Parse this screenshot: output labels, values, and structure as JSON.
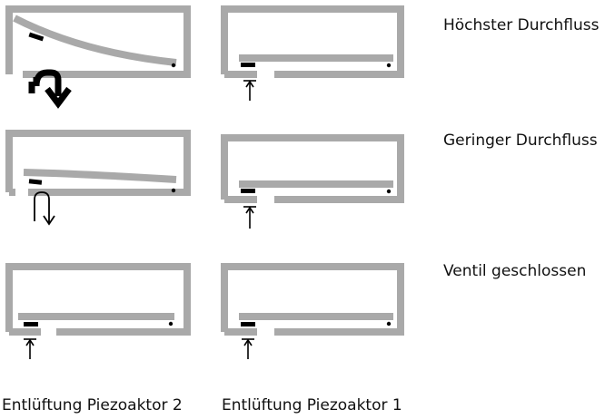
{
  "states": [
    {
      "label": "Höchster Durchfluss"
    },
    {
      "label": "Geringer Durchfluss"
    },
    {
      "label": "Ventil geschlossen"
    }
  ],
  "captions": {
    "piezo2": "Entlüftung Piezoaktor 2",
    "piezo1": "Entlüftung Piezoaktor 1"
  },
  "colors": {
    "housing": "#a9a9a9",
    "actuator": "#a9a9a9",
    "seal": "#000000",
    "arrow": "#000000",
    "text": "#111111",
    "background": "#ffffff"
  },
  "icons": {
    "flow_arrow_large": "u-turn-down-arrow-icon",
    "flow_arrow_small": "u-turn-down-arrow-icon",
    "vent_arrow": "up-arrow-bar-icon"
  }
}
